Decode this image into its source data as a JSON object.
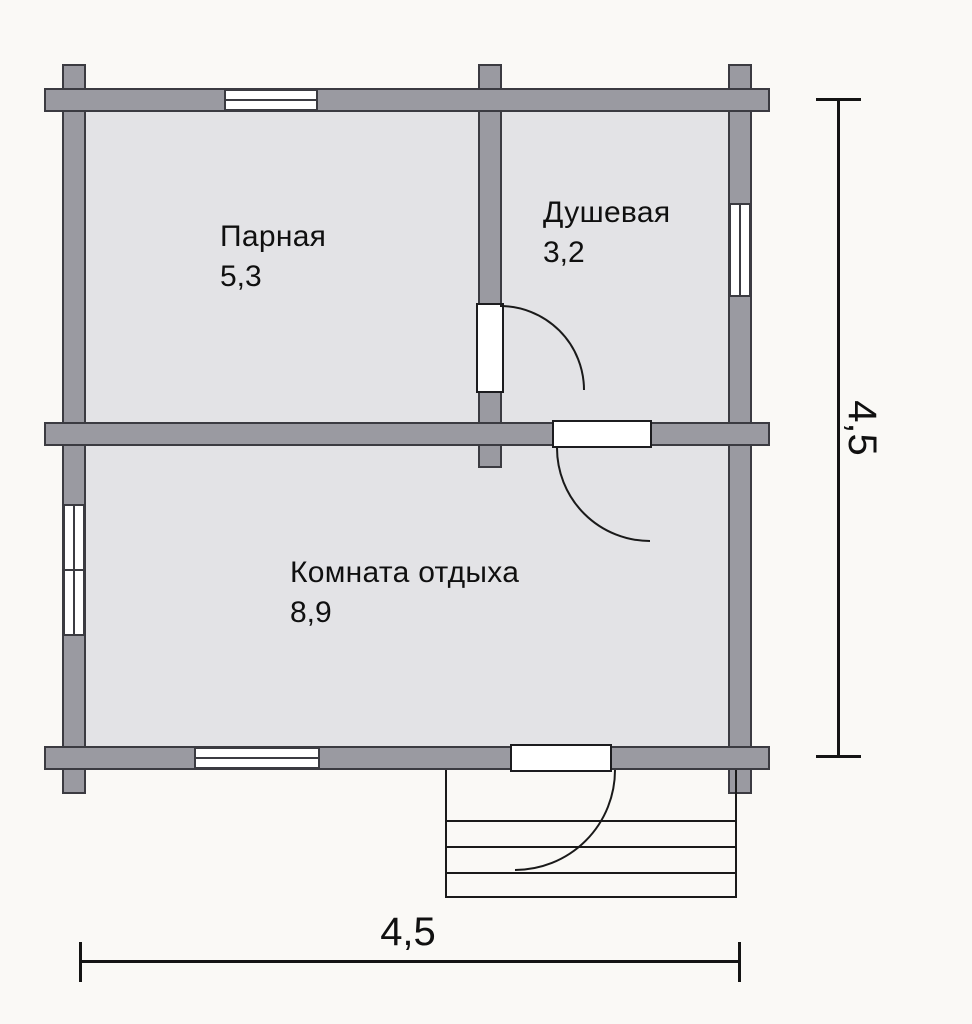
{
  "meta": {
    "type": "floor-plan",
    "subject": "bathhouse log-house layout scan"
  },
  "rooms": {
    "parnaya": {
      "name": "Парная",
      "area": "5,3"
    },
    "dushevaya": {
      "name": "Душевая",
      "area": "3,2"
    },
    "otdyha": {
      "name": "Комната отдыха",
      "area": "8,9"
    }
  },
  "dimensions": {
    "width": "4,5",
    "height": "4,5"
  },
  "colors": {
    "paper": "#faf9f6",
    "room": "#e3e3e6",
    "wall": "#9a9aa1",
    "outline": "#3b3b41"
  }
}
